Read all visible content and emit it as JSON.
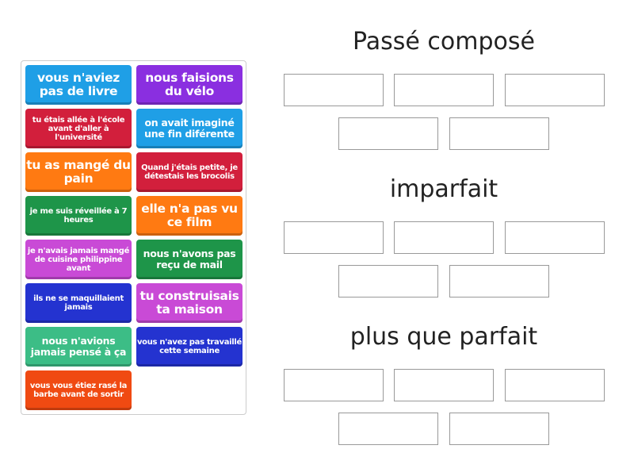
{
  "tiles": [
    {
      "text": "vous n'aviez pas de livre",
      "color": "#1f9fe6",
      "size": "l"
    },
    {
      "text": "nous faisions du vélo",
      "color": "#8a2fe0",
      "size": "l"
    },
    {
      "text": "tu étais allée à l'école avant d'aller à l'université",
      "color": "#d21f3c",
      "size": "s"
    },
    {
      "text": "on avait imaginé une fin diférente",
      "color": "#1f9fe6",
      "size": "m"
    },
    {
      "text": "tu as mangé du pain",
      "color": "#ff7a12",
      "size": "l"
    },
    {
      "text": "Quand j'étais petite, je détestais les brocolis",
      "color": "#d21f3c",
      "size": "s"
    },
    {
      "text": "je me suis réveillée à 7 heures",
      "color": "#1e9549",
      "size": "s"
    },
    {
      "text": "elle n'a pas vu ce film",
      "color": "#ff7a12",
      "size": "l"
    },
    {
      "text": "je n'avais jamais mangé de cuisine philippine avant",
      "color": "#c94ad6",
      "size": "s"
    },
    {
      "text": "nous n'avons pas reçu de mail",
      "color": "#1e9549",
      "size": "m"
    },
    {
      "text": "ils ne se maquillaient jamais",
      "color": "#2433d0",
      "size": "s"
    },
    {
      "text": "tu construisais ta maison",
      "color": "#c94ad6",
      "size": "l"
    },
    {
      "text": "nous n'avions jamais pensé à ça",
      "color": "#3cbd86",
      "size": "m"
    },
    {
      "text": "vous n'avez pas travaillé cette semaine",
      "color": "#2433d0",
      "size": "s"
    },
    {
      "text": "vous vous étiez rasé la barbe avant de sortir",
      "color": "#f04a12",
      "size": "s"
    }
  ],
  "categories": [
    {
      "title": "Passé composé"
    },
    {
      "title": "imparfait"
    },
    {
      "title": "plus que parfait"
    }
  ]
}
